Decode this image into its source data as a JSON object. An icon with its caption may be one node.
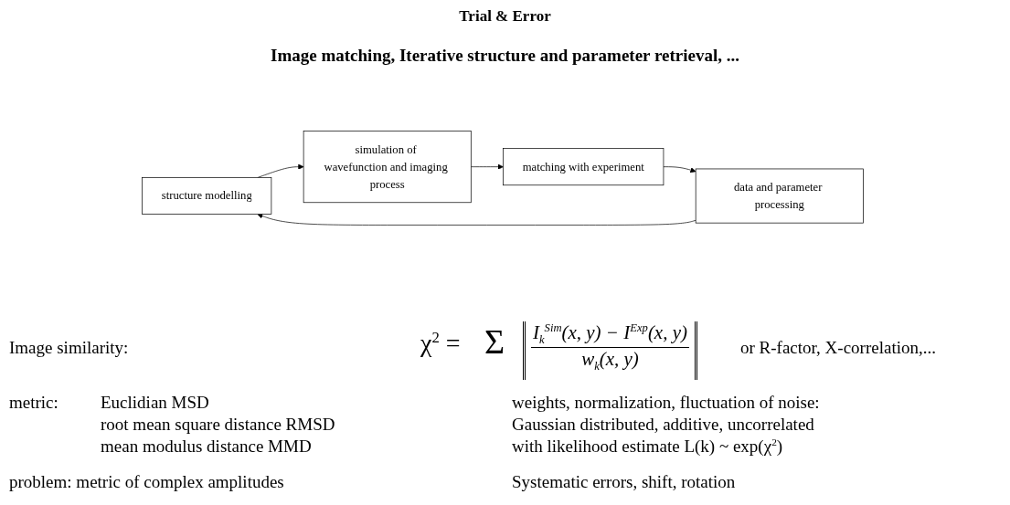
{
  "diagram": {
    "title": "Trial & Error",
    "nodes": [
      {
        "text": [
          "structure modelling"
        ]
      },
      {
        "text": [
          "simulation of wavefunction and imaging process"
        ]
      },
      {
        "text": [
          "matching with experiment"
        ]
      },
      {
        "text": [
          "data and parameter processing"
        ]
      }
    ],
    "edges": [
      {
        "from": 0,
        "to": 1,
        "arrow": "to"
      },
      {
        "from": 1,
        "to": 2,
        "arrow": "to"
      },
      {
        "from": 2,
        "to": 3,
        "arrow": "to"
      },
      {
        "from": 3,
        "to": 0,
        "arrow": "to"
      }
    ],
    "labels": [
      "Image matching, Iterative structure and parameter retrieval, ...",
      "Image similarity:",
      "χ$^{2}$ =",
      "Σ",
      "I$_{k}$$^{Sim}$(x, y) − I$^{Exp}$(x, y)",
      "w$_{k}$(x, y)",
      "or R-factor, X-correlation,...",
      "metric:",
      "Euclidian MSD",
      "weights, normalization, fluctuation of noise:",
      "root mean square distance RMSD",
      "Gaussian distributed, additive, uncorrelated",
      "mean modulus distance MMD",
      "with likelihood estimate L(k) ~ exp(χ$^{2}$)",
      "problem: metric of complex amplitudes",
      "Systematic errors, shift, rotation"
    ]
  }
}
